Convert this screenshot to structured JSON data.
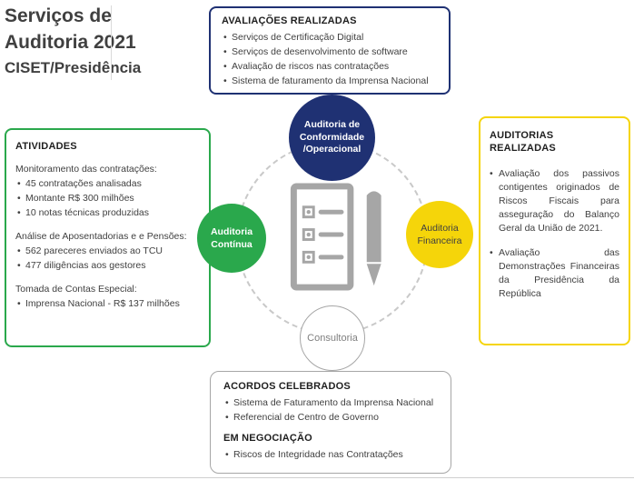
{
  "colors": {
    "navy": "#1f3173",
    "green": "#2aa84c",
    "yellow": "#f5d50a",
    "gray": "#a6a6a6",
    "text": "#404040"
  },
  "title": {
    "line1": "Serviços de",
    "line2": "Auditoria 2021",
    "line3": "CISET/Presidência"
  },
  "evaluations_box": {
    "heading": "AVALIAÇÕES REALIZADAS",
    "items": [
      "Serviços de Certificação Digital",
      "Serviços de desenvolvimento de software",
      "Avaliação de riscos nas contratações",
      "Sistema de faturamento da Imprensa Nacional"
    ]
  },
  "activities_box": {
    "heading": "ATIVIDADES",
    "sections": [
      {
        "label": "Monitoramento das contratações:",
        "items": [
          "45 contratações analisadas",
          "Montante R$ 300 milhões",
          "10 notas técnicas produzidas"
        ]
      },
      {
        "label": "Análise de Aposentadorias e e Pensões:",
        "items": [
          "562 pareceres enviados ao TCU",
          "477 diligências aos gestores"
        ]
      },
      {
        "label": "Tomada de Contas Especial:",
        "items": [
          "Imprensa Nacional - R$ 137 milhões"
        ]
      }
    ]
  },
  "audits_box": {
    "heading": "AUDITORIAS REALIZADAS",
    "items": [
      "Avaliação dos passivos contigentes originados de Riscos Fiscais para asseguração do Balanço Geral da União de 2021.",
      "Avaliação das Demonstrações Financeiras da Presidência da República"
    ]
  },
  "agreements_box": {
    "heading_celebrated": "ACORDOS CELEBRADOS",
    "items_celebrated": [
      "Sistema de Faturamento da Imprensa Nacional",
      "Referencial de Centro de Governo"
    ],
    "heading_negotiation": "EM NEGOCIAÇÃO",
    "items_negotiation": [
      "Riscos de Integridade nas Contratações"
    ]
  },
  "circles": {
    "conformidade": {
      "lines": [
        "Auditoria de",
        "Conformidade",
        "/Operacional"
      ]
    },
    "continua": {
      "lines": [
        "Auditoria",
        "Contínua"
      ]
    },
    "financeira": {
      "lines": [
        "Auditoria",
        "Financeira"
      ]
    },
    "consultoria": {
      "label": "Consultoria"
    }
  }
}
